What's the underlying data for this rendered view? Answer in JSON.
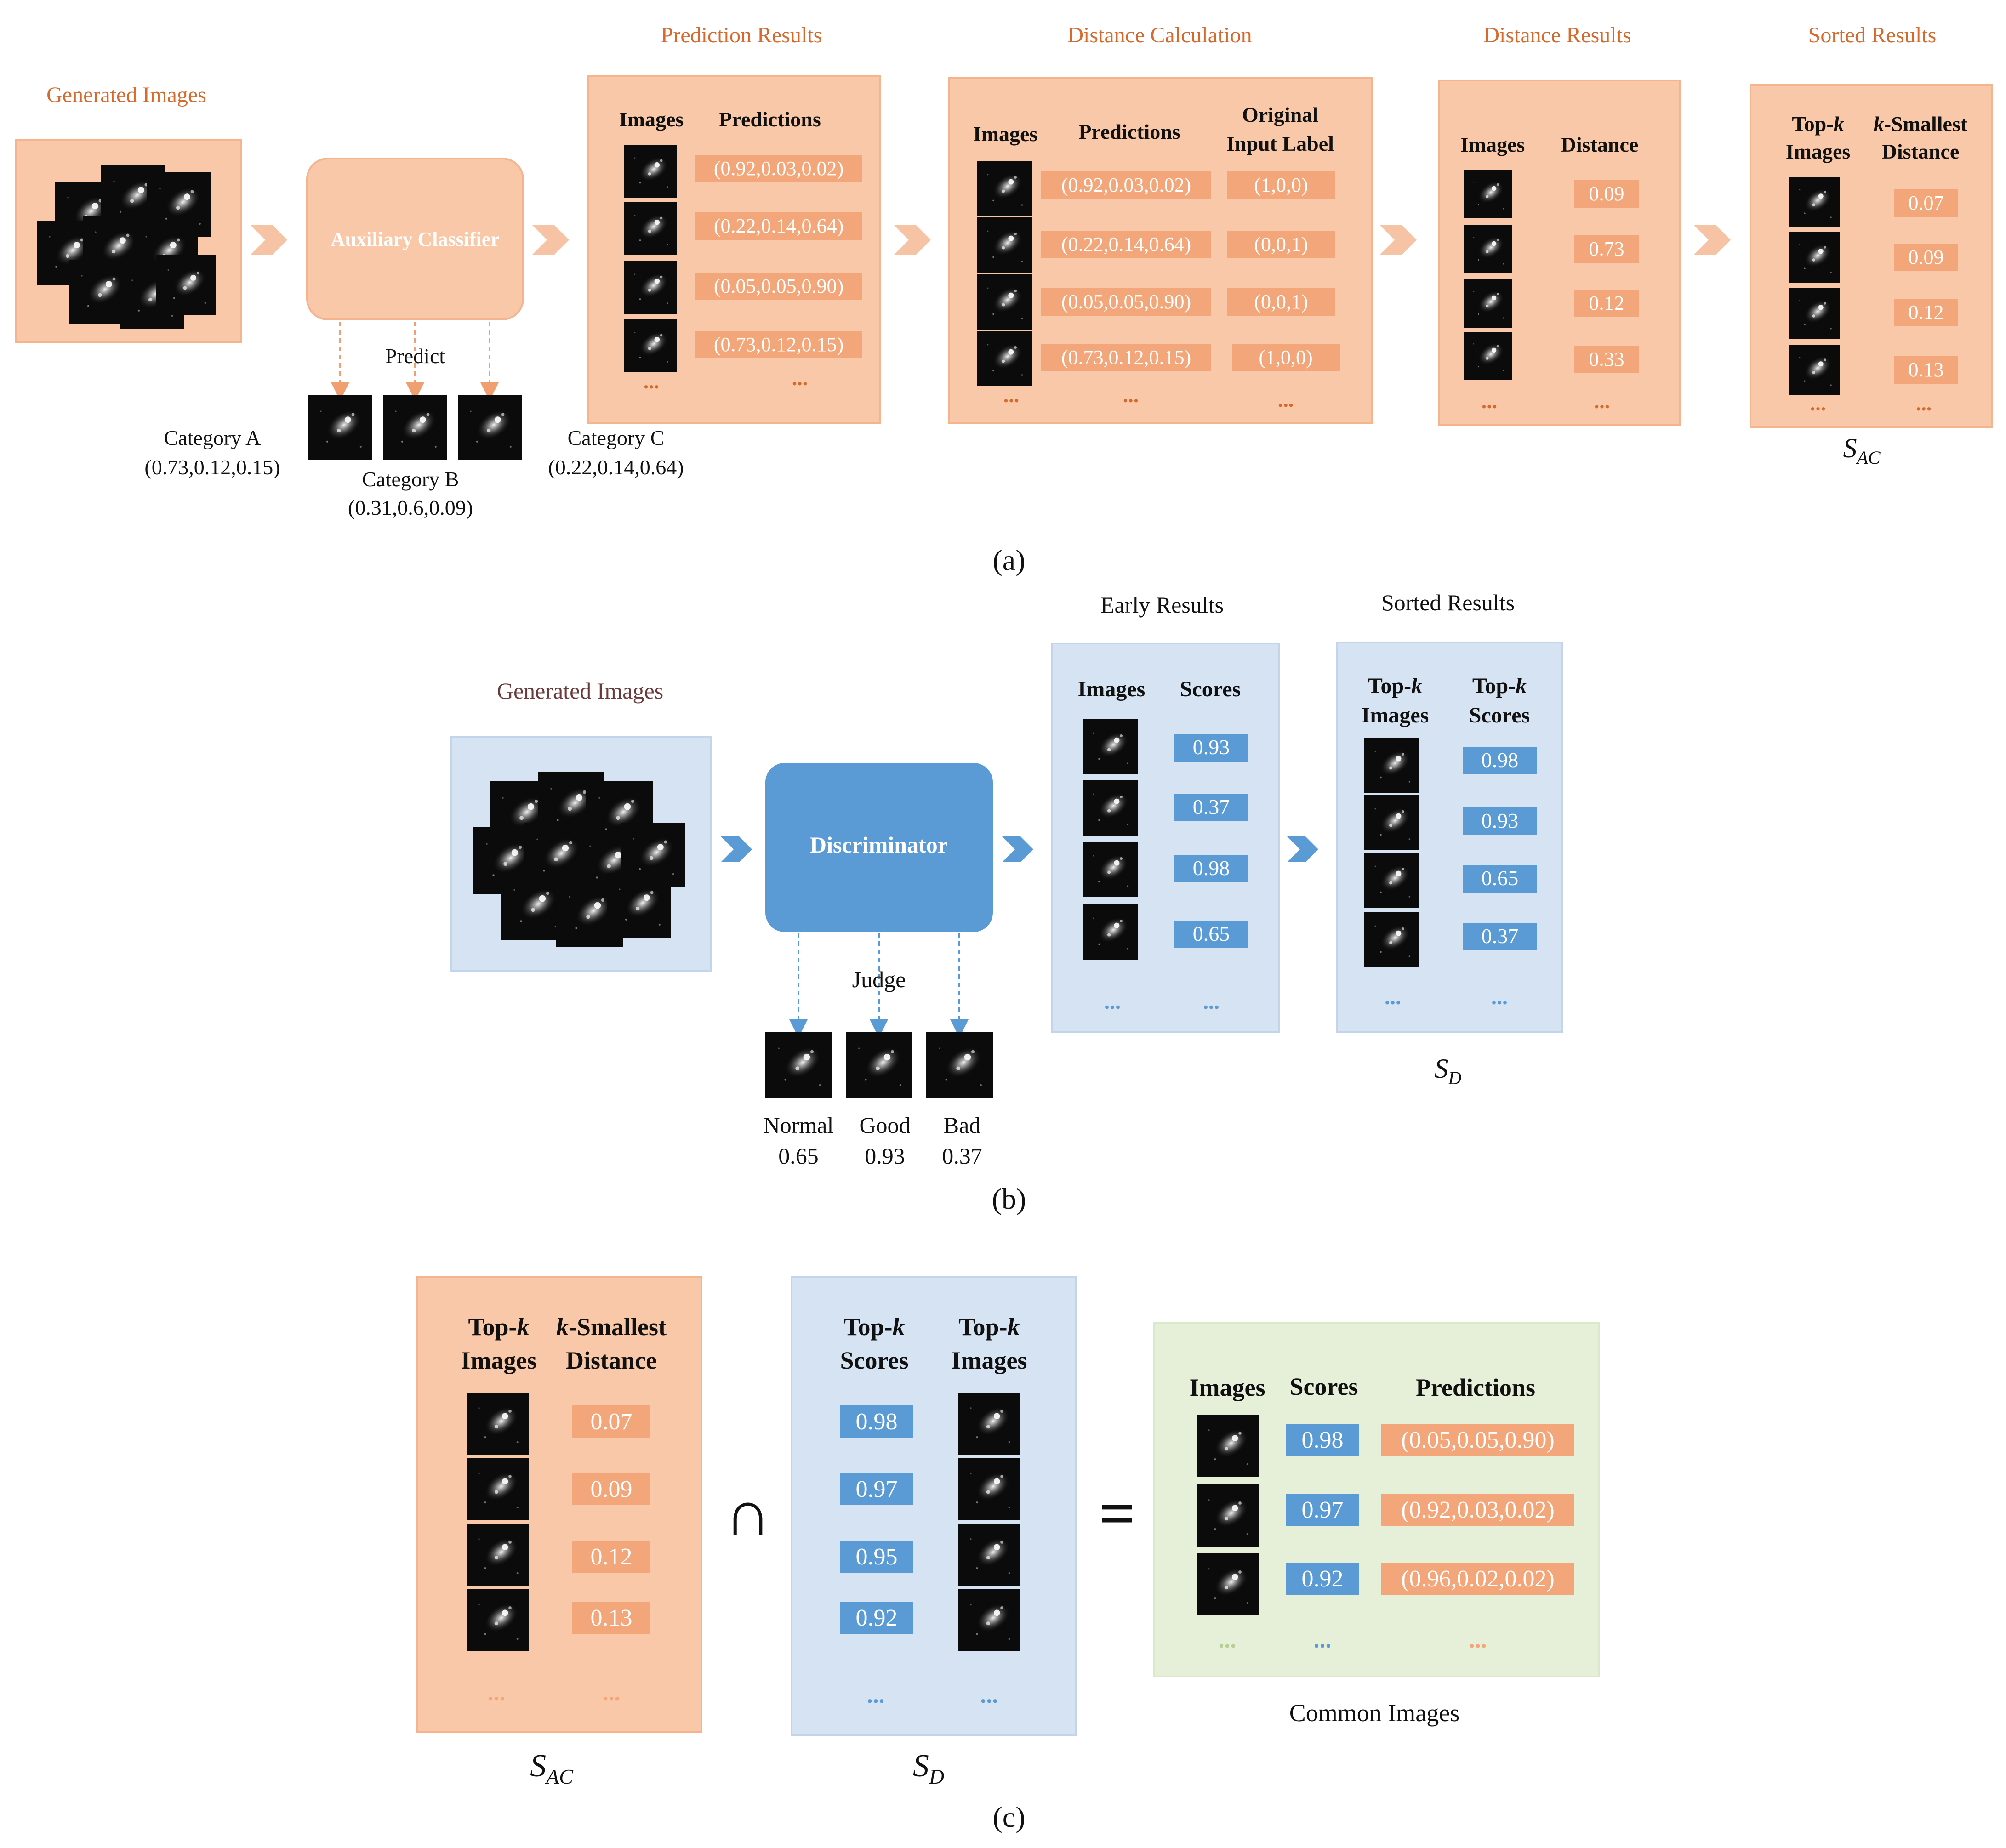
{
  "colors": {
    "orange_panel": "#f8c8a8",
    "orange_border": "#f3b48e",
    "orange_box": "#f3a679",
    "orange_title": "#d46a2e",
    "blue_panel": "#d6e3f2",
    "blue_border": "#c3d5ea",
    "blue_box": "#5b9bd5",
    "green_panel": "#e6f0d8",
    "chevron_orange": "#f6c3a4",
    "chevron_blue": "#5b9bd5"
  },
  "panel_a": {
    "caption": "(a)",
    "generated_images_title": "Generated Images",
    "classifier_label": "Auxiliary Classifier",
    "predict_label": "Predict",
    "categories": [
      {
        "name": "Category A",
        "values": "(0.73,0.12,0.15)"
      },
      {
        "name": "Category B",
        "values": "(0.31,0.6,0.09)"
      },
      {
        "name": "Category C",
        "values": "(0.22,0.14,0.64)"
      }
    ],
    "prediction_results": {
      "title": "Prediction Results",
      "col_images": "Images",
      "col_predictions": "Predictions",
      "predictions": [
        "(0.92,0.03,0.02)",
        "(0.22,0.14,0.64)",
        "(0.05,0.05,0.90)",
        "(0.73,0.12,0.15)"
      ]
    },
    "distance_calculation": {
      "title": "Distance Calculation",
      "col_images": "Images",
      "col_predictions": "Predictions",
      "col_label_line1": "Original",
      "col_label_line2": "Input Label",
      "predictions": [
        "(0.92,0.03,0.02)",
        "(0.22,0.14,0.64)",
        "(0.05,0.05,0.90)",
        "(0.73,0.12,0.15)"
      ],
      "labels": [
        "(1,0,0)",
        "(0,0,1)",
        "(0,0,1)",
        "(1,0,0)"
      ]
    },
    "distance_results": {
      "title": "Distance Results",
      "col_images": "Images",
      "col_distance": "Distance",
      "distances": [
        "0.09",
        "0.73",
        "0.12",
        "0.33"
      ]
    },
    "sorted_results": {
      "title": "Sorted Results",
      "col1_line1": "Top-",
      "col1_k": "k",
      "col1_line2": "Images",
      "col2_k": "k",
      "col2_line1": "-Smallest",
      "col2_line2": "Distance",
      "distances": [
        "0.07",
        "0.09",
        "0.12",
        "0.13"
      ],
      "set_symbol": "S",
      "set_subscript": "AC"
    },
    "ellipsis": "..."
  },
  "panel_b": {
    "caption": "(b)",
    "generated_images_title": "Generated Images",
    "discriminator_label": "Discriminator",
    "judge_label": "Judge",
    "judged": [
      {
        "name": "Normal",
        "score": "0.65"
      },
      {
        "name": "Good",
        "score": "0.93"
      },
      {
        "name": "Bad",
        "score": "0.37"
      }
    ],
    "early_results": {
      "title": "Early Results",
      "col_images": "Images",
      "col_scores": "Scores",
      "scores": [
        "0.93",
        "0.37",
        "0.98",
        "0.65"
      ]
    },
    "sorted_results": {
      "title": "Sorted Results",
      "col1_line1": "Top-",
      "col1_k": "k",
      "col1_line2": "Images",
      "col2_line1": "Top-",
      "col2_k": "k",
      "col2_line2": "Scores",
      "scores": [
        "0.98",
        "0.93",
        "0.65",
        "0.37"
      ],
      "set_symbol": "S",
      "set_subscript": "D"
    },
    "ellipsis": "..."
  },
  "panel_c": {
    "caption": "(c)",
    "sac": {
      "col1_line1": "Top-",
      "col1_k": "k",
      "col1_line2": "Images",
      "col2_k": "k",
      "col2_line1": "-Smallest",
      "col2_line2": "Distance",
      "distances": [
        "0.07",
        "0.09",
        "0.12",
        "0.13"
      ],
      "set_symbol": "S",
      "set_subscript": "AC"
    },
    "sd": {
      "col1_line1": "Top-",
      "col1_k": "k",
      "col1_line2": "Scores",
      "col2_line1": "Top-",
      "col2_k": "k",
      "col2_line2": "Images",
      "scores": [
        "0.98",
        "0.97",
        "0.95",
        "0.92"
      ],
      "set_symbol": "S",
      "set_subscript": "D"
    },
    "intersection_symbol": "∩",
    "equals_symbol": "=",
    "common": {
      "col_images": "Images",
      "col_scores": "Scores",
      "col_predictions": "Predictions",
      "scores": [
        "0.98",
        "0.97",
        "0.92"
      ],
      "predictions": [
        "(0.05,0.05,0.90)",
        "(0.92,0.03,0.02)",
        "(0.96,0.02,0.02)"
      ],
      "caption": "Common Images"
    },
    "ellipsis": "..."
  }
}
